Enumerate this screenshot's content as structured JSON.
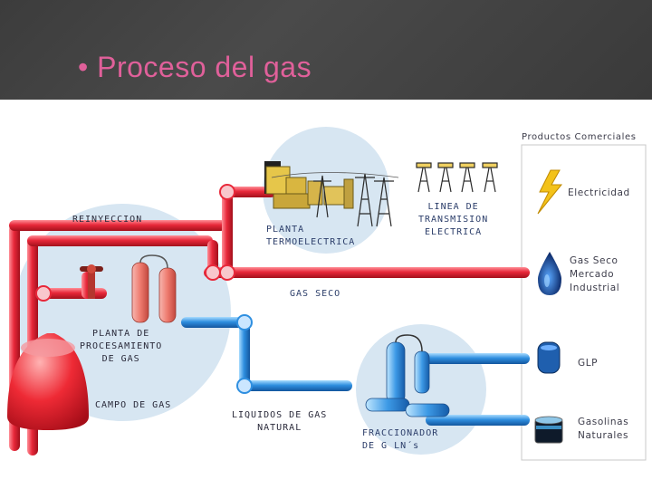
{
  "slide": {
    "title": "• Proceso del gas"
  },
  "diagram": {
    "labels": {
      "reinyeccion": "REINYECCION",
      "planta_termoelectrica": "PLANTA\nTERMOELECTRICA",
      "linea_transmision": "LINEA DE\nTRANSMISION\nELECTRICA",
      "gas_seco": "GAS SECO",
      "planta_procesamiento": "PLANTA DE\nPROCESAMIENTO\nDE GAS",
      "campo_gas": "CAMPO DE GAS",
      "liquidos_gas_natural": "LIQUIDOS DE GAS\nNATURAL",
      "fraccionador": "FRACCIONADOR\nDE G LN´s"
    },
    "products": {
      "heading": "Productos Comerciales",
      "items": [
        {
          "label": "Electricidad",
          "icon": "lightning-bolt-icon"
        },
        {
          "label": "Gas Seco\nMercado\nIndustrial",
          "icon": "gas-flame-icon"
        },
        {
          "label": "GLP",
          "icon": "glp-tank-icon"
        },
        {
          "label": "Gasolinas\nNaturales",
          "icon": "gasoline-drum-icon"
        }
      ]
    },
    "colors": {
      "red_pipe": "#e8283a",
      "blue_pipe": "#2f8fe0",
      "circle_fill": "#d7e6f2",
      "title_color": "#e0609a"
    }
  }
}
